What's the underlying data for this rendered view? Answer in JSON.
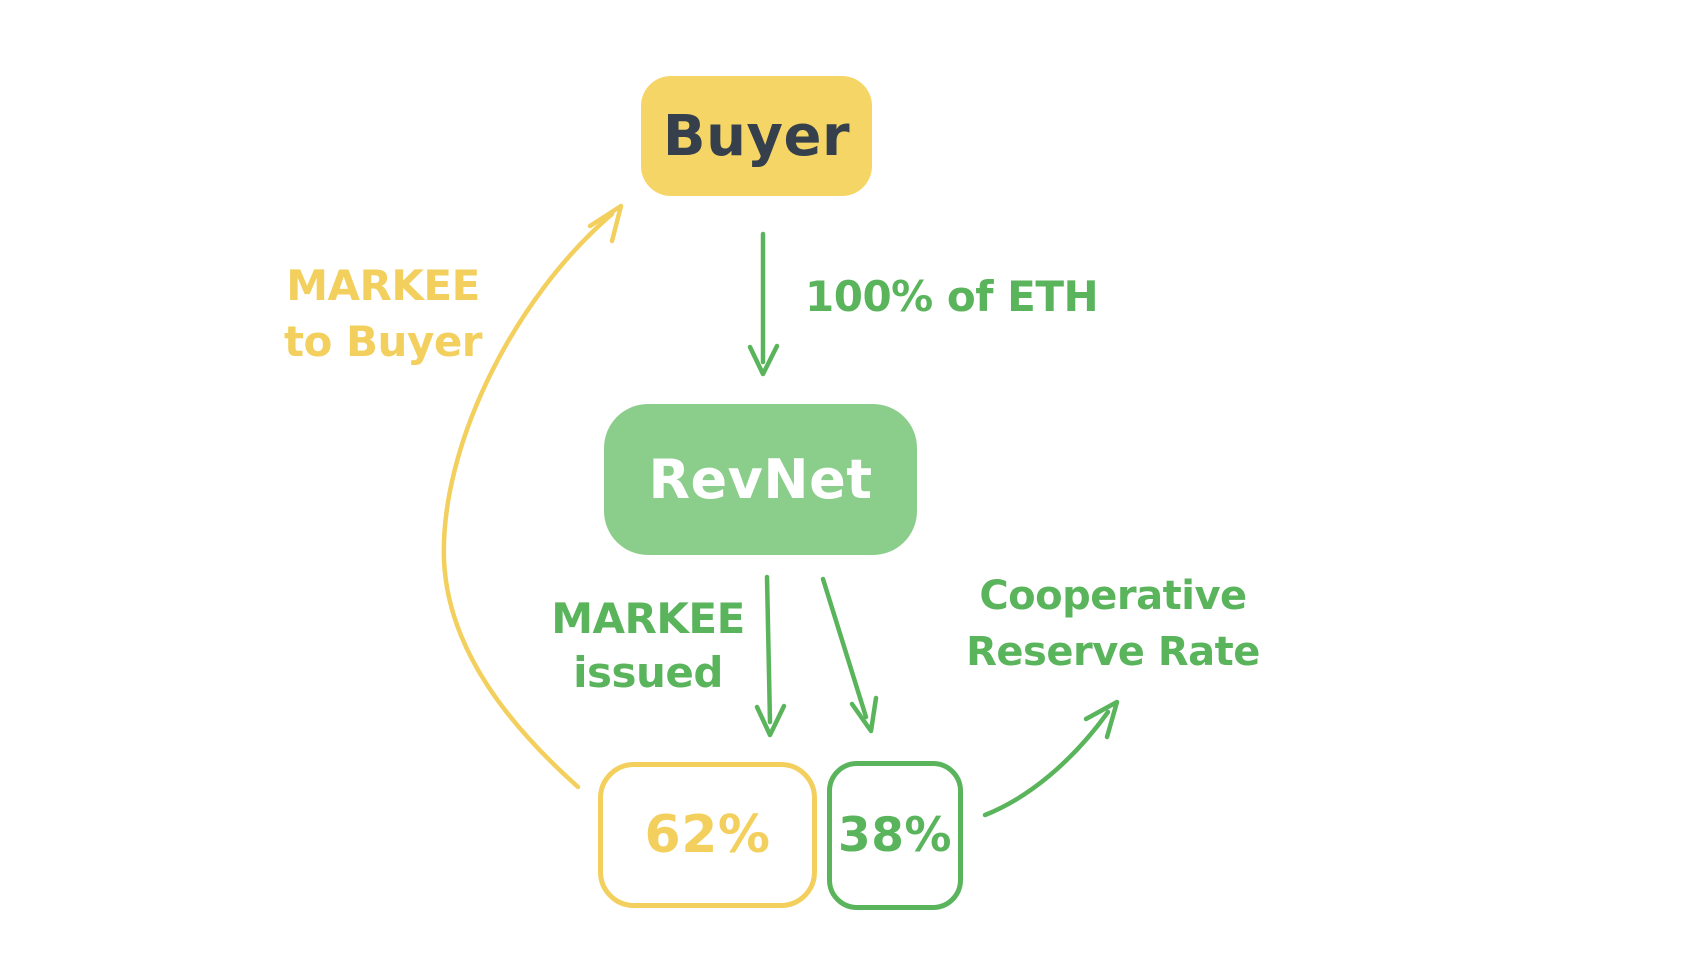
{
  "colors": {
    "yellow_fill": "#F5D565",
    "yellow_stroke": "#F3D05E",
    "green_fill": "#8BCE8B",
    "green_stroke": "#5AB45C",
    "dark_text": "#36404C",
    "white_text": "#FFFFFF",
    "background": "#FFFFFF"
  },
  "nodes": {
    "buyer": {
      "label": "Buyer"
    },
    "revnet": {
      "label": "RevNet"
    },
    "payout_62": {
      "label": "62%"
    },
    "reserve_38": {
      "label": "38%"
    }
  },
  "edges": {
    "buyer_to_revnet": {
      "label": "100% of ETH"
    },
    "revnet_issuance": {
      "label": "MARKEE\nissued"
    },
    "payout_to_buyer": {
      "label": "MARKEE\nto Buyer"
    },
    "reserve_note": {
      "label": "Cooperative\nReserve Rate"
    }
  }
}
